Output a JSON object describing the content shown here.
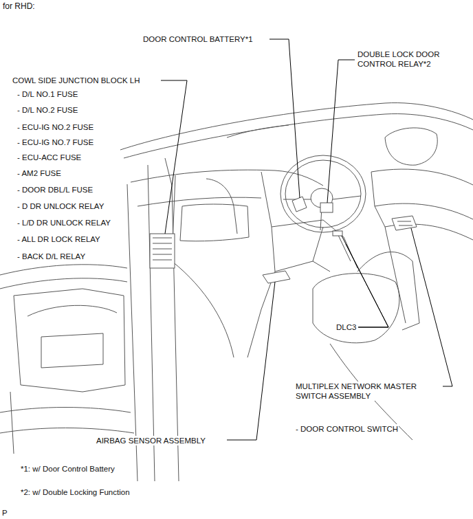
{
  "diagram": {
    "title": "for RHD:",
    "labels": [
      "DOOR CONTROL BATTERY*1",
      "DOUBLE LOCK DOOR CONTROL RELAY*2",
      "COWL SIDE JUNCTION BLOCK LH",
      "- D/L NO.1 FUSE",
      "- D/L NO.2 FUSE",
      "- ECU-IG NO.2 FUSE",
      "- ECU-IG NO.7 FUSE",
      "- ECU-ACC FUSE",
      "- AM2 FUSE",
      "- DOOR DBL/L FUSE",
      "- D DR UNLOCK RELAY",
      "- L/D DR UNLOCK RELAY",
      "- ALL DR LOCK RELAY",
      "- BACK D/L RELAY",
      "DLC3",
      "MULTIPLEX NETWORK MASTER SWITCH ASSEMBLY",
      "- DOOR CONTROL SWITCH",
      "AIRBAG SENSOR ASSEMBLY",
      "*1: w/ Door Control Battery",
      "*2: w/ Double Locking Function",
      "P"
    ]
  }
}
